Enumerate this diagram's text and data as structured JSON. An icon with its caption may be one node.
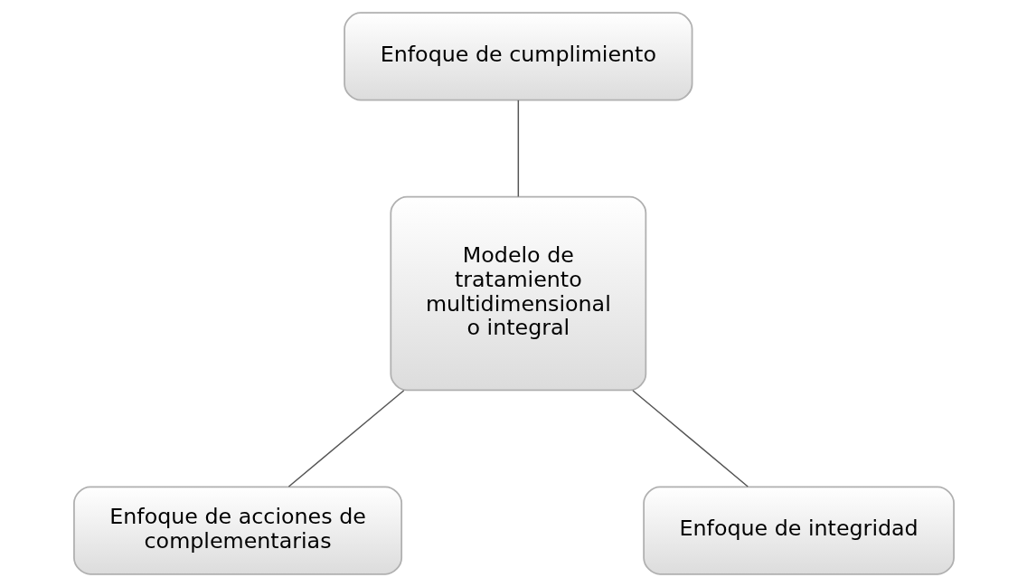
{
  "diagram": {
    "nodes": [
      {
        "text": [
          "Enfoque de cumplimiento"
        ]
      },
      {
        "text": [
          "Modelo de tratamiento multidimensional o integral"
        ]
      },
      {
        "text": [
          "Enfoque de acciones de complementarias"
        ]
      },
      {
        "text": [
          "Enfoque de integridad"
        ]
      }
    ],
    "edges": [
      {
        "from": 0,
        "to": 1,
        "arrow": "none"
      },
      {
        "from": 1,
        "to": 2,
        "arrow": "none"
      },
      {
        "from": 1,
        "to": 3,
        "arrow": "none"
      }
    ]
  }
}
